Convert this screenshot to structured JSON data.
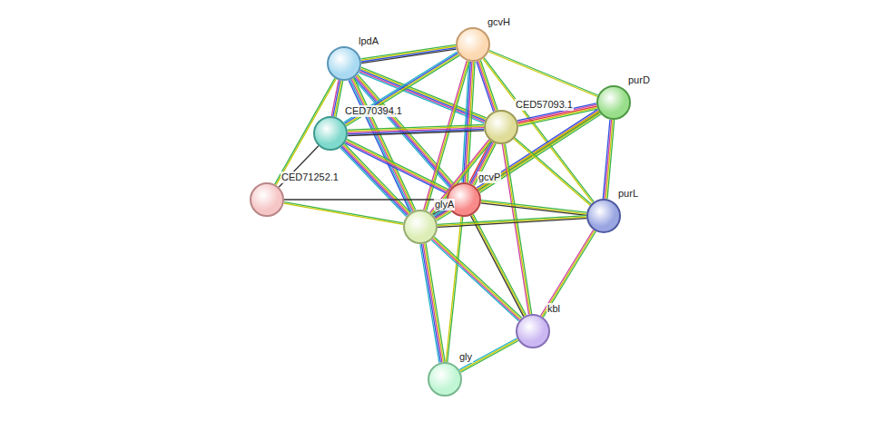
{
  "diagram": {
    "nodes": [
      {
        "text": [
          "lpdA"
        ]
      },
      {
        "text": [
          "gcvH"
        ]
      },
      {
        "text": [
          "purD"
        ]
      },
      {
        "text": [
          "CED70394.1"
        ]
      },
      {
        "text": [
          "CED57093.1"
        ]
      },
      {
        "text": [
          "CED71252.1"
        ]
      },
      {
        "text": [
          "gcvP"
        ]
      },
      {
        "text": [
          "glyA"
        ]
      },
      {
        "text": [
          "purL"
        ]
      },
      {
        "text": [
          "kbl"
        ]
      },
      {
        "text": [
          "gly"
        ]
      }
    ],
    "edges": [
      {
        "from": 0,
        "to": 1,
        "arrow": "none"
      },
      {
        "from": 0,
        "to": 4,
        "arrow": "none"
      },
      {
        "from": 0,
        "to": 6,
        "arrow": "none"
      },
      {
        "from": 0,
        "to": 7,
        "arrow": "none"
      },
      {
        "from": 0,
        "to": 3,
        "arrow": "none"
      },
      {
        "from": 0,
        "to": 5,
        "arrow": "none"
      },
      {
        "from": 1,
        "to": 3,
        "arrow": "none"
      },
      {
        "from": 1,
        "to": 4,
        "arrow": "none"
      },
      {
        "from": 1,
        "to": 6,
        "arrow": "none"
      },
      {
        "from": 1,
        "to": 7,
        "arrow": "none"
      },
      {
        "from": 1,
        "to": 2,
        "arrow": "none"
      },
      {
        "from": 1,
        "to": 8,
        "arrow": "none"
      },
      {
        "from": 2,
        "to": 4,
        "arrow": "none"
      },
      {
        "from": 2,
        "to": 6,
        "arrow": "none"
      },
      {
        "from": 2,
        "to": 7,
        "arrow": "none"
      },
      {
        "from": 2,
        "to": 8,
        "arrow": "none"
      },
      {
        "from": 3,
        "to": 4,
        "arrow": "none"
      },
      {
        "from": 3,
        "to": 6,
        "arrow": "none"
      },
      {
        "from": 3,
        "to": 7,
        "arrow": "none"
      },
      {
        "from": 3,
        "to": 5,
        "arrow": "none"
      },
      {
        "from": 4,
        "to": 6,
        "arrow": "none"
      },
      {
        "from": 4,
        "to": 7,
        "arrow": "none"
      },
      {
        "from": 4,
        "to": 8,
        "arrow": "none"
      },
      {
        "from": 4,
        "to": 9,
        "arrow": "none"
      },
      {
        "from": 5,
        "to": 6,
        "arrow": "none"
      },
      {
        "from": 5,
        "to": 7,
        "arrow": "none"
      },
      {
        "from": 6,
        "to": 7,
        "arrow": "none"
      },
      {
        "from": 6,
        "to": 8,
        "arrow": "none"
      },
      {
        "from": 6,
        "to": 9,
        "arrow": "none"
      },
      {
        "from": 6,
        "to": 10,
        "arrow": "none"
      },
      {
        "from": 7,
        "to": 8,
        "arrow": "none"
      },
      {
        "from": 7,
        "to": 9,
        "arrow": "none"
      },
      {
        "from": 7,
        "to": 10,
        "arrow": "none"
      },
      {
        "from": 9,
        "to": 10,
        "arrow": "none"
      },
      {
        "from": 8,
        "to": 9,
        "arrow": "none"
      }
    ]
  }
}
